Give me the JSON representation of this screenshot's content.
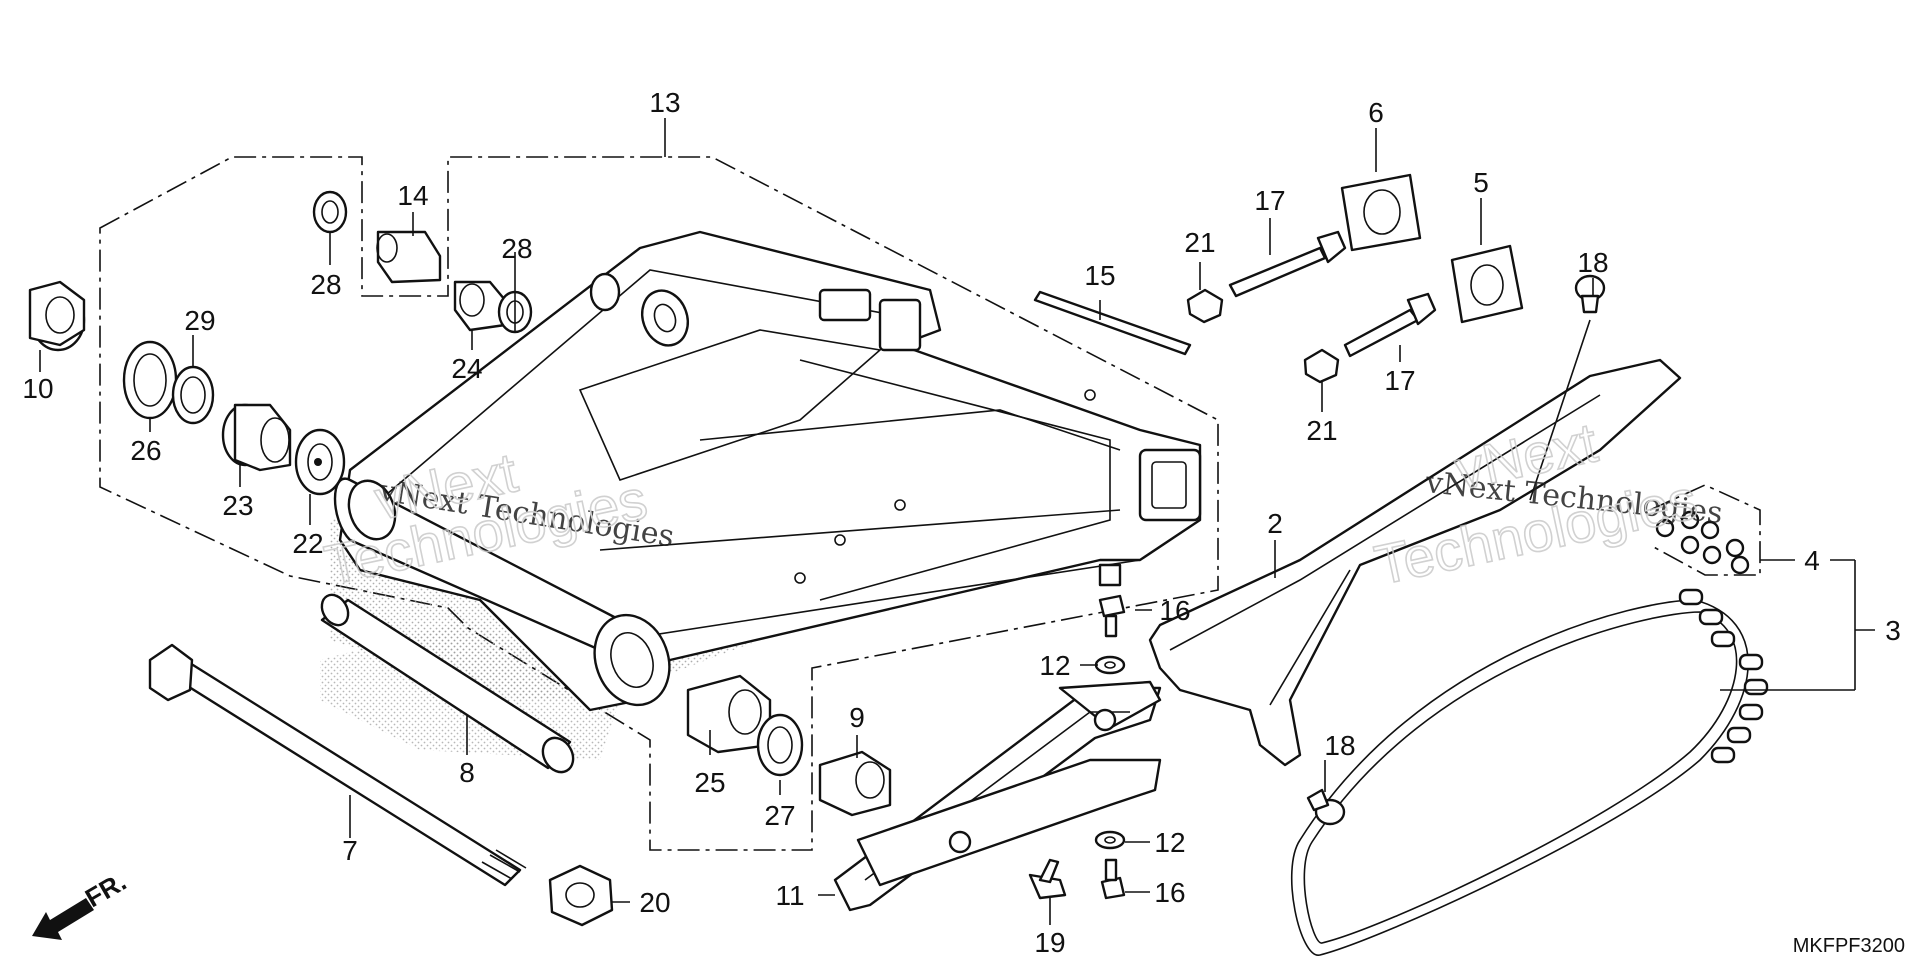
{
  "diagram": {
    "catalog_code": "MKFPF3200",
    "direction_label": "FR.",
    "watermark": [
      "vNext Technologies",
      "vNext",
      "Technologies"
    ],
    "callouts": [
      {
        "id": "c1",
        "label": "13"
      },
      {
        "id": "c2",
        "label": "14"
      },
      {
        "id": "c3",
        "label": "28"
      },
      {
        "id": "c4",
        "label": "28"
      },
      {
        "id": "c5",
        "label": "24"
      },
      {
        "id": "c6",
        "label": "10"
      },
      {
        "id": "c7",
        "label": "29"
      },
      {
        "id": "c8",
        "label": "26"
      },
      {
        "id": "c9",
        "label": "23"
      },
      {
        "id": "c10",
        "label": "22"
      },
      {
        "id": "c11",
        "label": "15"
      },
      {
        "id": "c12",
        "label": "6"
      },
      {
        "id": "c13",
        "label": "17"
      },
      {
        "id": "c14",
        "label": "21"
      },
      {
        "id": "c15",
        "label": "5"
      },
      {
        "id": "c16",
        "label": "17"
      },
      {
        "id": "c17",
        "label": "21"
      },
      {
        "id": "c18",
        "label": "18"
      },
      {
        "id": "c19",
        "label": "2"
      },
      {
        "id": "c20",
        "label": "4"
      },
      {
        "id": "c21",
        "label": "3"
      },
      {
        "id": "c22",
        "label": "16"
      },
      {
        "id": "c23",
        "label": "12"
      },
      {
        "id": "c24",
        "label": "9"
      },
      {
        "id": "c25",
        "label": "8"
      },
      {
        "id": "c26",
        "label": "25"
      },
      {
        "id": "c27",
        "label": "27"
      },
      {
        "id": "c28",
        "label": "18"
      },
      {
        "id": "c29",
        "label": "7"
      },
      {
        "id": "c30",
        "label": "12"
      },
      {
        "id": "c31",
        "label": "16"
      },
      {
        "id": "c32",
        "label": "11"
      },
      {
        "id": "c33",
        "label": "19"
      },
      {
        "id": "c34",
        "label": "20"
      }
    ]
  }
}
